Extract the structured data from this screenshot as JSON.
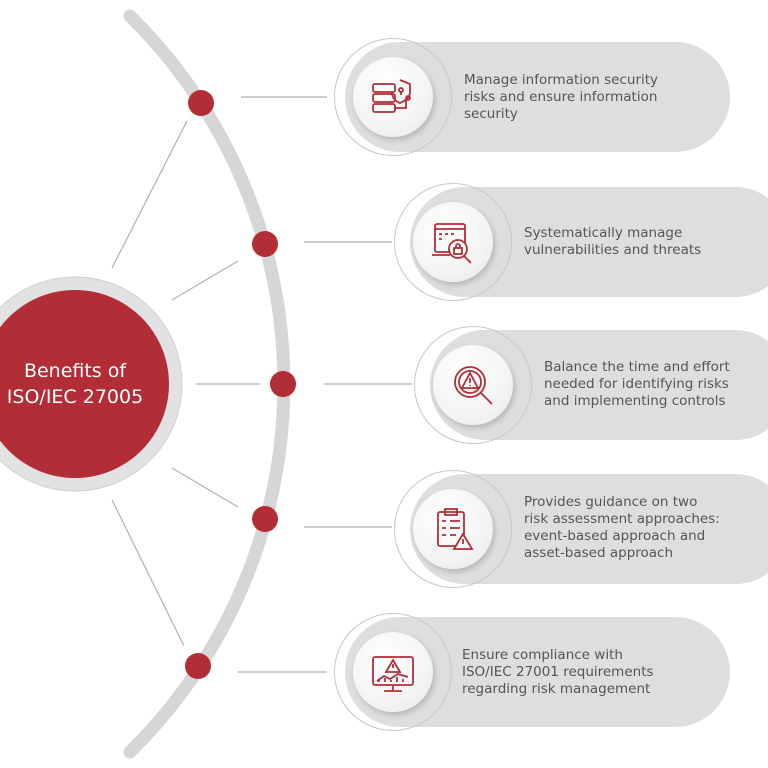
{
  "colors": {
    "accent": "#b32d36",
    "pill": "#dedede",
    "arc": "#d6d6d6",
    "text": "#555555"
  },
  "center": {
    "line1": "Benefits of",
    "line2": "ISO/IEC 27005"
  },
  "benefits": [
    {
      "icon": "server-shield-icon",
      "text": "Manage information security\nrisks and ensure information\nsecurity"
    },
    {
      "icon": "code-lock-search-icon",
      "text": "Systematically manage\nvulnerabilities and threats"
    },
    {
      "icon": "warning-search-icon",
      "text": "Balance the time and effort\nneeded for identifying risks\nand implementing controls"
    },
    {
      "icon": "clipboard-warning-icon",
      "text": "Provides guidance on two\nrisk assessment approaches:\nevent-based approach and\nasset-based approach"
    },
    {
      "icon": "monitor-warning-chart-icon",
      "text": "Ensure compliance with\nISO/IEC 27001 requirements\nregarding risk management"
    }
  ]
}
